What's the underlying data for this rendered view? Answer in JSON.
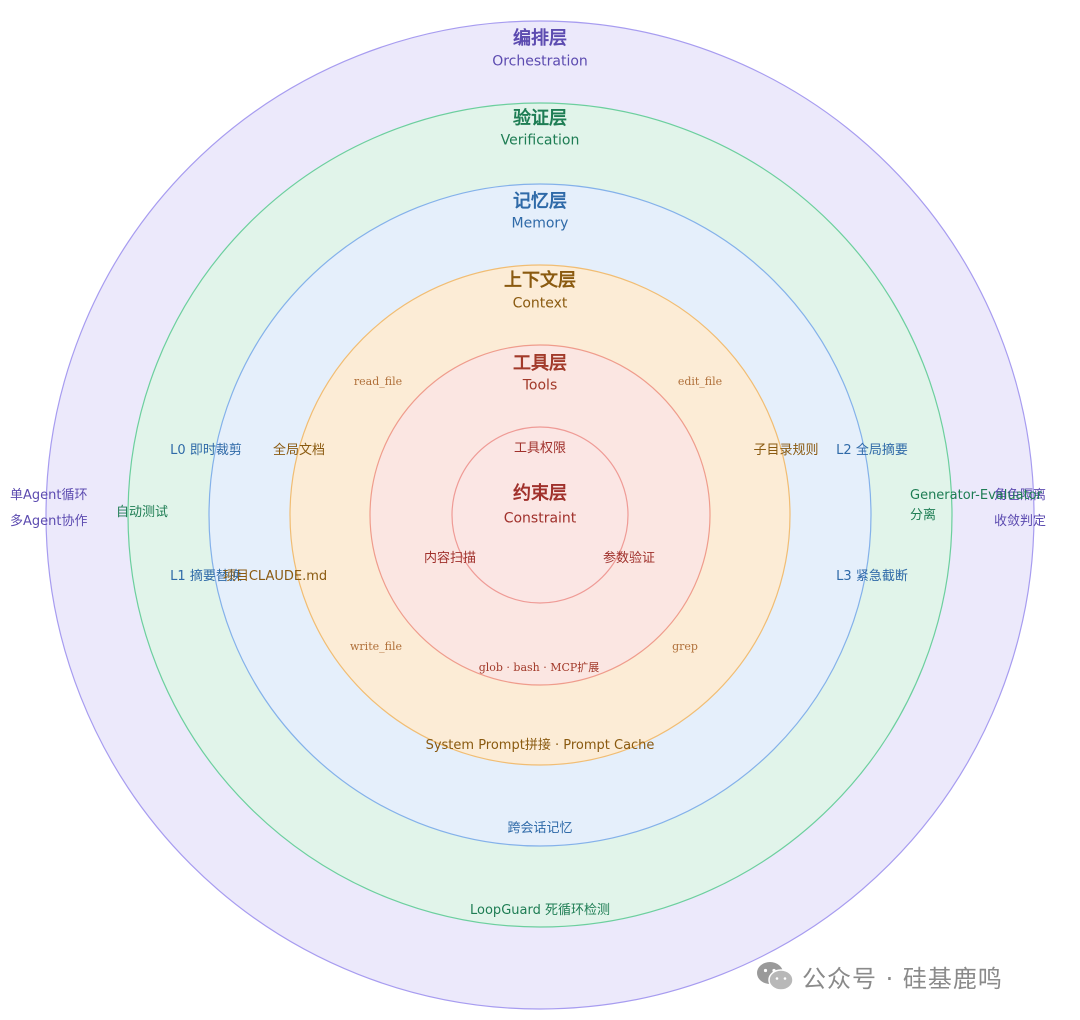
{
  "layers": [
    {
      "key": "orchestration",
      "title": "编排层",
      "subtitle": "Orchestration",
      "fill": "#ece9fb",
      "stroke": "#a79cf0",
      "text": "#5c4bb0"
    },
    {
      "key": "verification",
      "title": "验证层",
      "subtitle": "Verification",
      "fill": "#e1f4ea",
      "stroke": "#6ccf9e",
      "text": "#1e7d54"
    },
    {
      "key": "memory",
      "title": "记忆层",
      "subtitle": "Memory",
      "fill": "#e5effb",
      "stroke": "#84b1ea",
      "text": "#2f6aa8"
    },
    {
      "key": "context",
      "title": "上下文层",
      "subtitle": "Context",
      "fill": "#fcecd6",
      "stroke": "#f1bd73",
      "text": "#8a5a10"
    },
    {
      "key": "tools",
      "title": "工具层",
      "subtitle": "Tools",
      "fill": "#fbe6e2",
      "stroke": "#ef9c8c",
      "text": "#a23a2a"
    },
    {
      "key": "constraint",
      "title": "约束层",
      "subtitle": "Constraint",
      "fill": "#fbe6e4",
      "stroke": "#ef9b96",
      "text": "#a0312c"
    }
  ],
  "labels": {
    "orchestration": {
      "left_1": "单Agent循环",
      "left_2": "多Agent协作",
      "right_1": "角色隔离",
      "right_2": "收敛判定"
    },
    "verification": {
      "left": "自动测试",
      "right_1": "Generator-Evaluator",
      "right_2": "分离",
      "bottom": "LoopGuard 死循环检测"
    },
    "memory": {
      "l0": "L0 即时裁剪",
      "l1": "L1 摘要替换",
      "l2": "L2 全局摘要",
      "l3": "L3 紧急截断",
      "bottom": "跨会话记忆"
    },
    "context": {
      "top_left": "全局文档",
      "bottom_left": "项目CLAUDE.md",
      "top_right": "子目录规则",
      "bottom": "System Prompt拼接 · Prompt Cache"
    },
    "tools": {
      "read": "read_file",
      "edit": "edit_file",
      "write": "write_file",
      "grep": "grep",
      "bottom": "glob · bash · MCP扩展"
    },
    "constraint": {
      "top": "工具权限",
      "left": "内容扫描",
      "right": "参数验证"
    }
  },
  "watermark": {
    "text": "公众号 · 硅基鹿鸣"
  }
}
